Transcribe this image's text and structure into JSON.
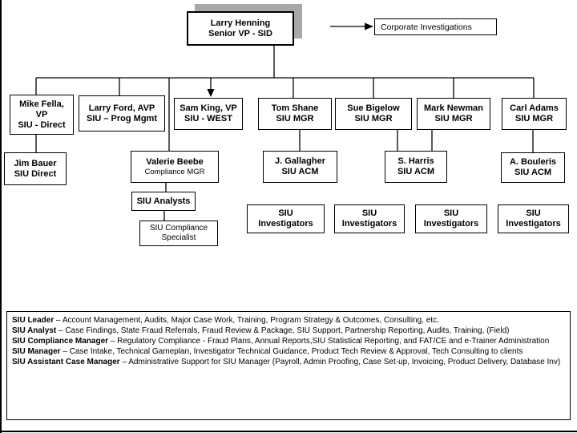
{
  "org": {
    "larry_henning": {
      "line1": "Larry Henning",
      "line2": "Senior VP - SID"
    },
    "corporate_investigations": {
      "label": "Corporate Investigations"
    },
    "mike_fella": {
      "line1": "Mike Fella,",
      "line2": "VP",
      "line3": "SIU - Direct"
    },
    "larry_ford": {
      "line1": "Larry Ford, AVP",
      "line2": "SIU – Prog Mgmt"
    },
    "sam_king": {
      "line1": "Sam King, VP",
      "line2": "SIU - WEST"
    },
    "tom_shane": {
      "line1": "Tom Shane",
      "line2": "SIU MGR"
    },
    "sue_bigelow": {
      "line1": "Sue Bigelow",
      "line2": "SIU MGR"
    },
    "mark_newman": {
      "line1": "Mark Newman",
      "line2": "SIU MGR"
    },
    "carl_adams": {
      "line1": "Carl Adams",
      "line2": "SIU MGR"
    },
    "jim_bauer": {
      "line1": "Jim Bauer",
      "line2": "SIU Direct"
    },
    "valerie_beebe": {
      "line1": "Valerie Beebe",
      "line2": "Compliance MGR"
    },
    "j_gallagher": {
      "line1": "J. Gallagher",
      "line2": "SIU ACM"
    },
    "s_harris": {
      "line1": "S. Harris",
      "line2": "SIU ACM"
    },
    "a_bouleris": {
      "line1": "A. Bouleris",
      "line2": "SIU ACM"
    },
    "siu_analysts": {
      "line1": "SIU Analysts"
    },
    "siu_compliance_specialist": {
      "line1": "SIU Compliance",
      "line2": "Specialist"
    },
    "siu_investigators": {
      "line1": "SIU",
      "line2": "Investigators"
    }
  },
  "legend": {
    "entries": [
      {
        "term": "SIU Leader",
        "desc": "– Account Management, Audits, Major Case Work, Training, Program Strategy & Outcomes, Consulting, etc."
      },
      {
        "term": "SIU Analyst",
        "desc": "– Case Findings, State Fraud Referrals, Fraud Review & Package, SIU Support, Partnership Reporting, Audits, Training, (Field)"
      },
      {
        "term": "SIU Compliance Manager",
        "desc": "– Regulatory Compliance - Fraud Plans, Annual Reports,SIU Statistical Reporting, and FAT/CE and e-Trainer Administration"
      },
      {
        "term": "SIU Manager",
        "desc": "– Case Intake, Technical Gameplan, Investigator Technical Guidance, Product Tech Review & Approval, Tech Consulting to clients"
      },
      {
        "term": "SIU Assistant Case Manager",
        "desc": "– Administrative Support for SIU Manager (Payroll, Admin Proofing, Case Set-up, Invoicing, Product Delivery, Database Inv)"
      }
    ]
  },
  "colors": {
    "line": "#000000",
    "box_background": "#ffffff",
    "shadow": "#a8a8a8"
  }
}
